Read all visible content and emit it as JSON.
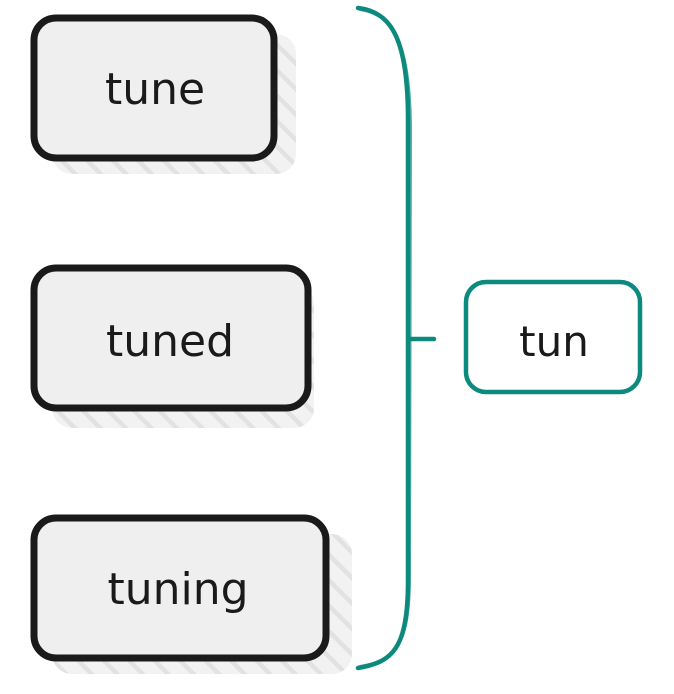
{
  "words": [
    "tune",
    "tuned",
    "tuning"
  ],
  "result": "tun",
  "colors": {
    "box_stroke": "#1a1a1a",
    "box_fill": "#efefef",
    "hatch": "#dcdcdc",
    "accent": "#0b8a7d",
    "text": "#1a1a1a",
    "background": "#ffffff"
  }
}
